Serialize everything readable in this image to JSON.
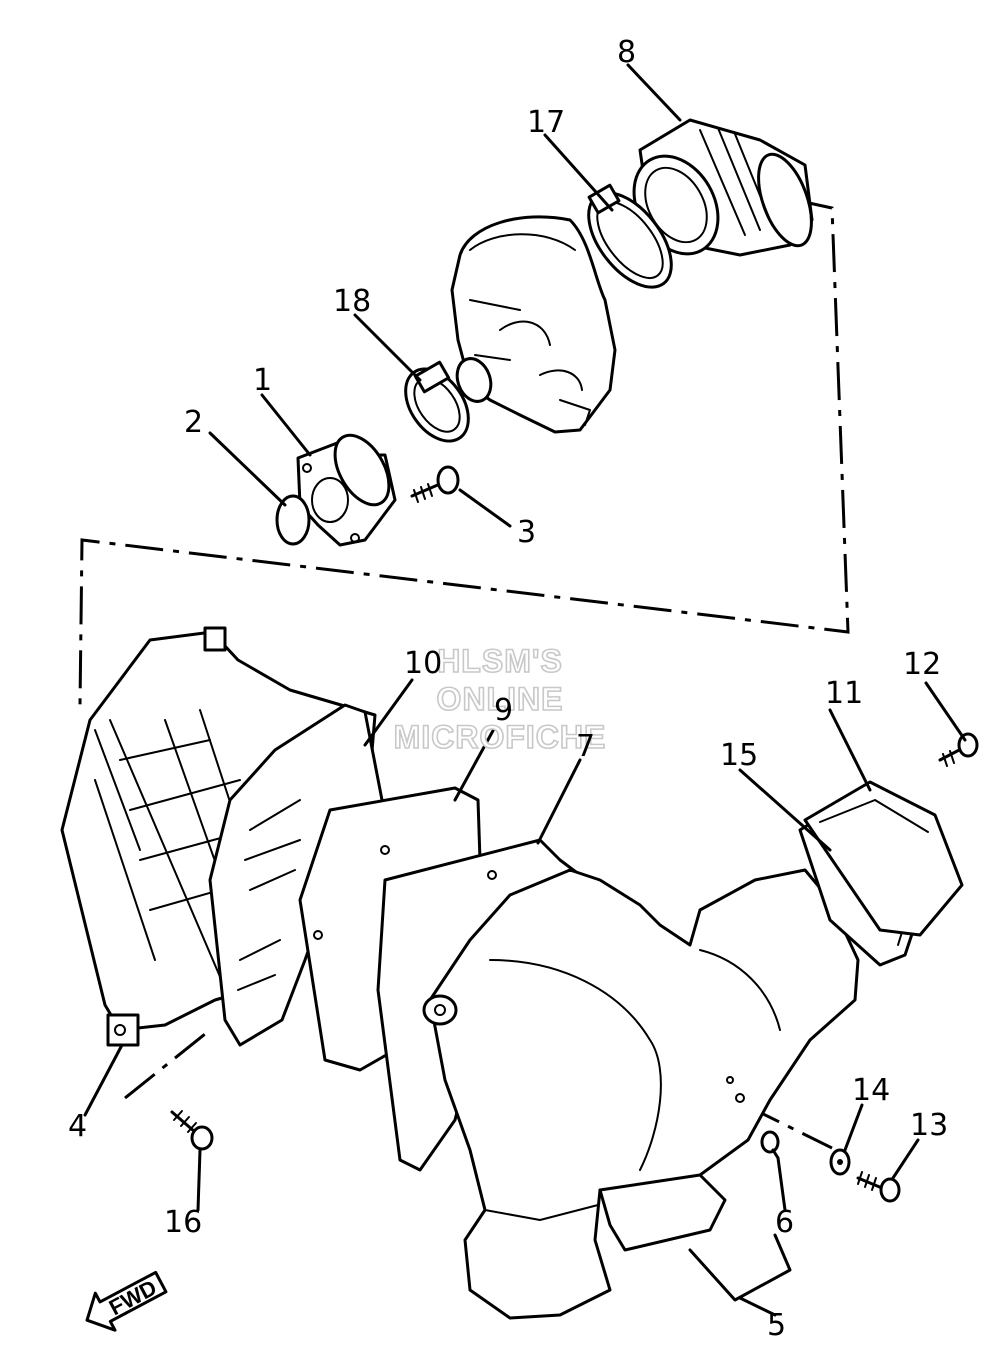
{
  "watermark": {
    "line1": "HLSM'S",
    "line2": "ONLINE",
    "line3": "MICROFICHE"
  },
  "callouts": {
    "n1": "1",
    "n2": "2",
    "n3": "3",
    "n4": "4",
    "n5": "5",
    "n6": "6",
    "n7": "7",
    "n8": "8",
    "n9": "9",
    "n10": "10",
    "n11": "11",
    "n12": "12",
    "n13": "13",
    "n14": "14",
    "n15": "15",
    "n16": "16",
    "n17": "17",
    "n18": "18"
  },
  "fwd_label": "FWD"
}
